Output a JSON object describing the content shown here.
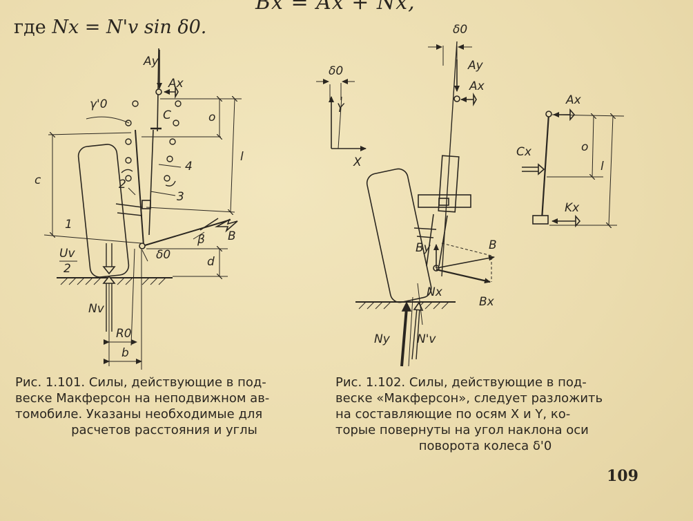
{
  "formula_top": "Bx = Ax + Nx,",
  "formula": {
    "prefix": "где",
    "expression": "Nx = N'v sin δ0."
  },
  "fig1": {
    "labels": {
      "ay": "Ay",
      "ax": "Ax",
      "gamma0": "γ'0",
      "c_small": "C",
      "c_big": "c",
      "o": "o",
      "l": "l",
      "n4": "4",
      "n2": "2",
      "n3": "3",
      "n1": "1",
      "b_force": "B",
      "beta": "β",
      "uv": "Uv",
      "two": "2",
      "delta0": "δ0",
      "d": "d",
      "nv": "Nv",
      "r0": "R0",
      "b_small": "b"
    },
    "caption_lines": [
      "Рис. 1.101. Силы, действующие в под-",
      "веске Макферсон на неподвижном ав-",
      "томобиле. Указаны необходимые для"
    ],
    "caption_last": "расчетов расстояния и углы"
  },
  "fig2": {
    "labels": {
      "delta0_top": "δ0",
      "ay": "Ay",
      "ax": "Ax",
      "delta0_axes": "δ0",
      "y_axis": "Y",
      "x_axis": "X",
      "b_force": "B",
      "by": "By",
      "nx": "Nx",
      "bx": "Bx",
      "ny": "Ny",
      "nv": "N'v"
    },
    "caption_lines": [
      "Рис. 1.102. Силы, действующие в под-",
      "веске «Макферсон», следует разложить",
      "на составляющие по осям X и Y, ко-",
      "торые повернуты на угол наклона оси"
    ],
    "caption_last": "поворота колеса δ'0"
  },
  "fig3": {
    "labels": {
      "ax": "Ax",
      "cx": "Cx",
      "o": "o",
      "l": "l",
      "kx": "Kx"
    }
  },
  "page_number": "109"
}
